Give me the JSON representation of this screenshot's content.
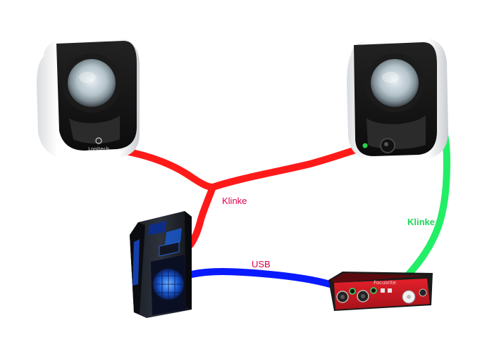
{
  "labels": {
    "cable_speakers_to_pc": "Klinke",
    "cable_usb": "USB",
    "cable_interface_to_speaker": "Klinke"
  },
  "speaker_brand": "Logitech",
  "interface_brand": "Focusrite",
  "colors": {
    "red_cable": "#ff1a1a",
    "blue_cable": "#0a1aff",
    "green_cable": "#22ee66",
    "label_red": "#e0004d",
    "label_green": "#1fd65a"
  },
  "icons": [
    "left-speaker",
    "right-speaker",
    "pc-tower",
    "audio-interface"
  ]
}
